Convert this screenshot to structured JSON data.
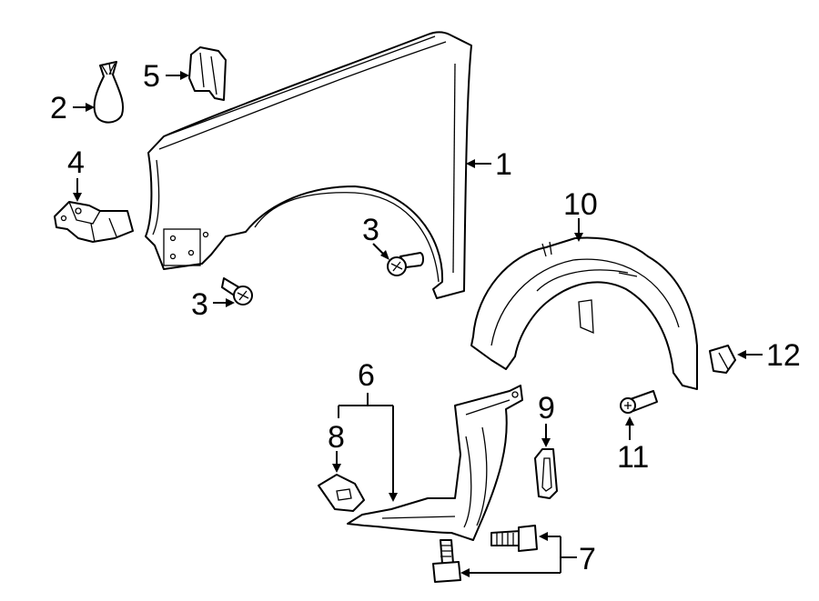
{
  "callouts": {
    "c1": "1",
    "c2": "2",
    "c3a": "3",
    "c3b": "3",
    "c4": "4",
    "c5": "5",
    "c6": "6",
    "c7": "7",
    "c8": "8",
    "c9": "9",
    "c10": "10",
    "c11": "11",
    "c12": "12"
  }
}
